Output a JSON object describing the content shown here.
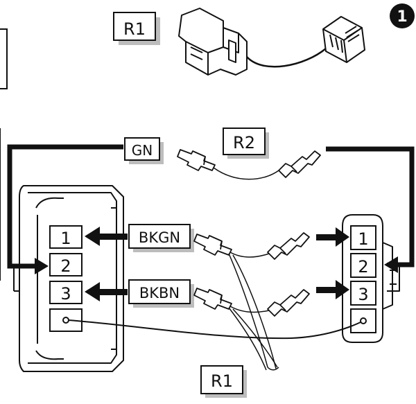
{
  "step_badge": "1",
  "labels": {
    "r1_top": "R1",
    "r2": "R2",
    "r1_bottom": "R1",
    "wire_gn": "GN",
    "wire_bkgn": "BKGN",
    "wire_bkbn": "BKBN"
  },
  "left_connector_pins": [
    "1",
    "2",
    "3"
  ],
  "right_connector_pins": [
    "1",
    "2",
    "3"
  ],
  "colors": {
    "line": "#111111",
    "label_shadow": "#bdbdbd",
    "badge": "#111111",
    "background": "#ffffff"
  }
}
